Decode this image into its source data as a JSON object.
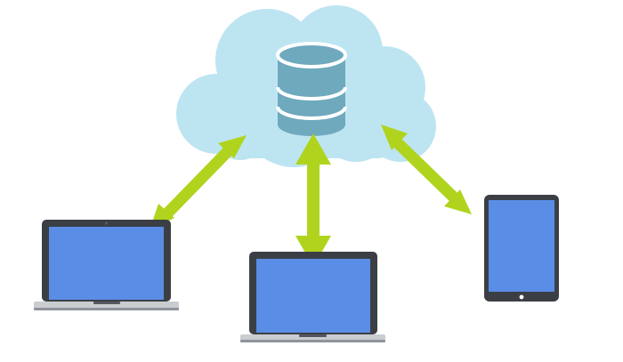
{
  "diagram": {
    "nodes": [
      {
        "id": "cloud",
        "kind": "cloud",
        "icon": "database-icon"
      },
      {
        "id": "laptop-left",
        "kind": "laptop"
      },
      {
        "id": "laptop-center",
        "kind": "laptop"
      },
      {
        "id": "tablet-right",
        "kind": "tablet"
      }
    ],
    "connections": [
      {
        "from": "cloud",
        "to": "laptop-left",
        "direction": "bidirectional"
      },
      {
        "from": "cloud",
        "to": "laptop-center",
        "direction": "bidirectional"
      },
      {
        "from": "cloud",
        "to": "tablet-right",
        "direction": "bidirectional"
      }
    ]
  },
  "colors": {
    "background": "#ffffff",
    "cloud": "#bde5f1",
    "database": "#6fa9bd",
    "database_stripe": "#ffffff",
    "arrow": "#b0d41e",
    "screen": "#5a8de6",
    "device_frame": "#3b3f45",
    "laptop_base": "#c9ccd1",
    "laptop_base_edge": "#8f949b",
    "laptop_notch": "#55595f"
  }
}
